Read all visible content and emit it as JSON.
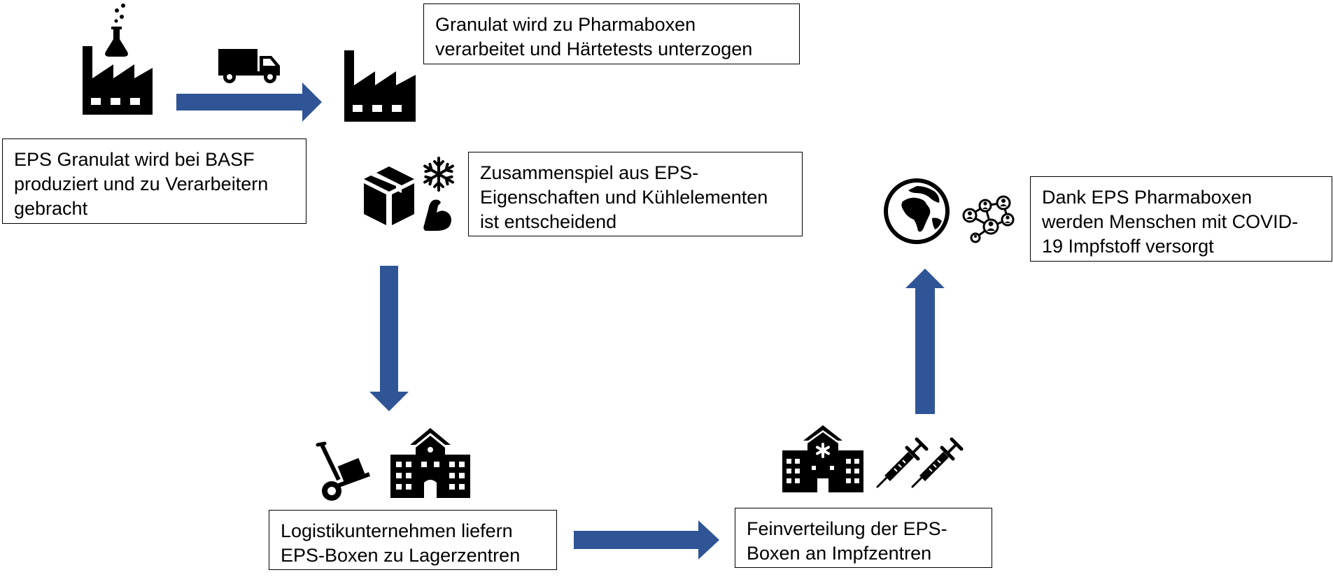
{
  "diagram": {
    "colors": {
      "arrow": "#2f5597",
      "icon": "#000000",
      "border": "#000000"
    },
    "steps": [
      {
        "id": "basf",
        "text": "EPS Granulat wird bei BASF\nproduziert und zu Verarbeitern\ngebracht"
      },
      {
        "id": "processing",
        "text": "Granulat wird zu Pharmaboxen\nverarbeitet und Härtetests unterzogen"
      },
      {
        "id": "cooling",
        "text": "Zusammenspiel aus EPS-\nEigenschaften und Kühlelementen\nist entscheidend"
      },
      {
        "id": "logistics",
        "text": "Logistikunternehmen liefern\nEPS-Boxen zu Lagerzentren"
      },
      {
        "id": "distribution",
        "text": "Feinverteilung der EPS-\nBoxen an Impfzentren"
      },
      {
        "id": "supply",
        "text": "Dank EPS Pharmaboxen\nwerden Menschen mit COVID-\n19 Impfstoff versorgt"
      }
    ],
    "icons": [
      "chemical-factory-icon",
      "truck-icon",
      "factory-icon",
      "box-icon",
      "snowflake-icon",
      "strong-arm-icon",
      "hand-truck-icon",
      "warehouse-icon",
      "hospital-icon",
      "syringe-icon",
      "globe-icon",
      "network-icon"
    ]
  }
}
